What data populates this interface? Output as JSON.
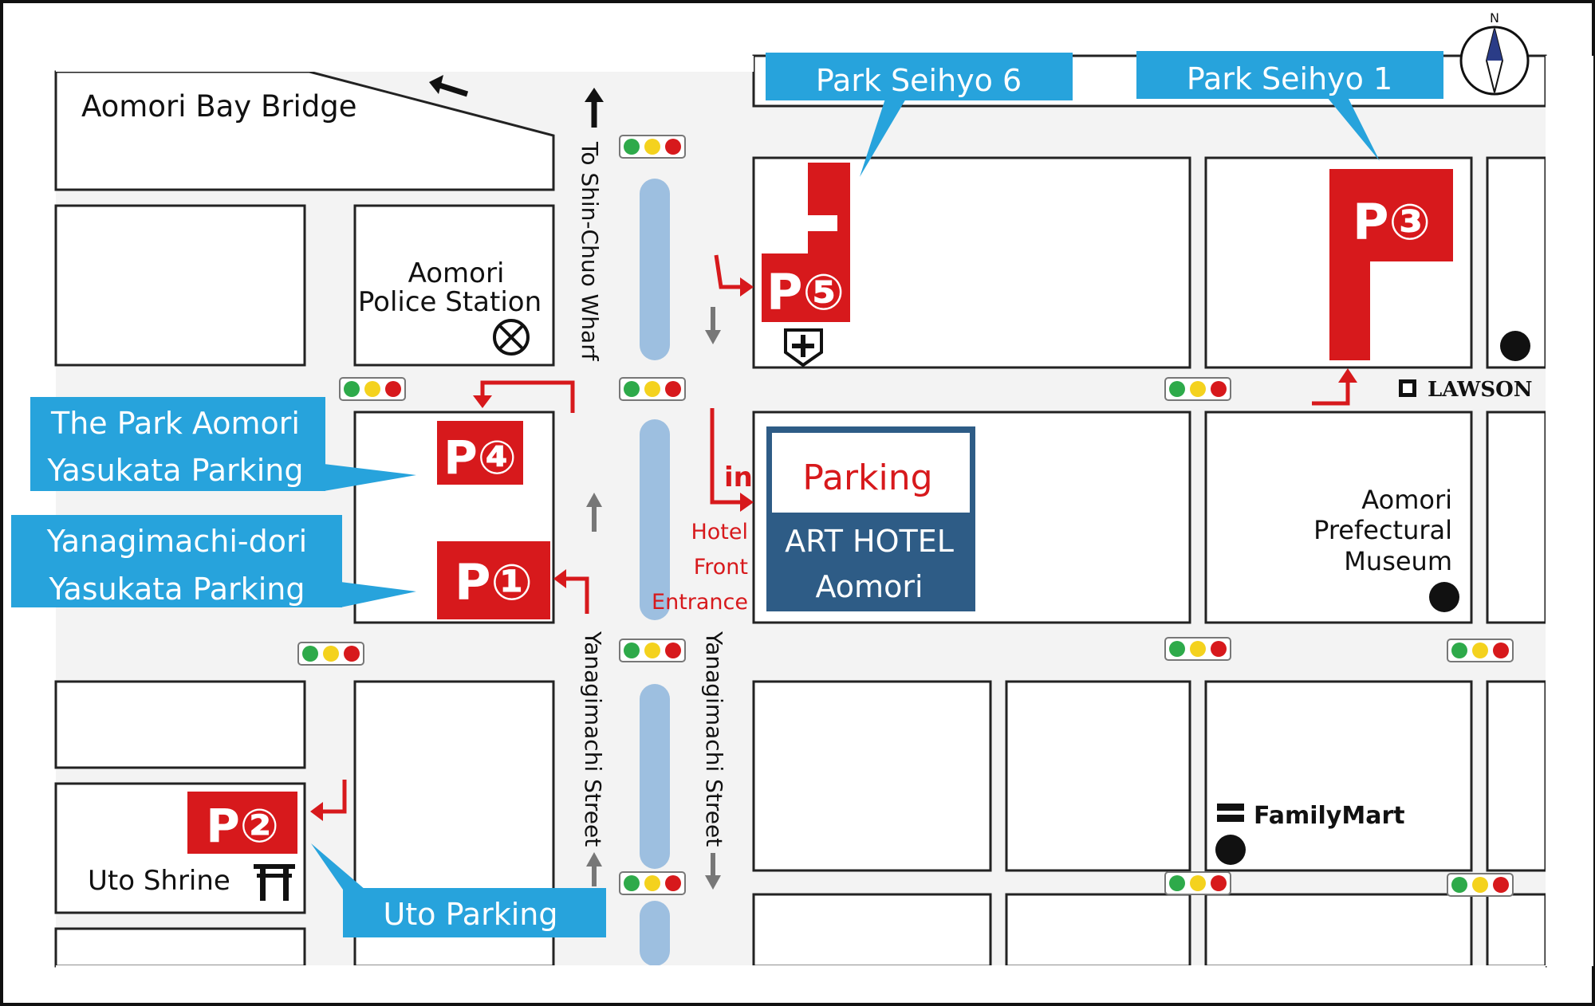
{
  "title": "",
  "colors": {
    "parking_red": "#d7191c",
    "callout_blue": "#27a3dc",
    "hotel_navy": "#2e5c86",
    "median_blue": "#9dbfe0",
    "road_gray": "#f3f3f3",
    "block_stroke": "#222222"
  },
  "compass": {
    "label": "N"
  },
  "places": {
    "bay_bridge": "Aomori Bay Bridge",
    "police_line1": "Aomori",
    "police_line2": "Police Station",
    "museum_line1": "Aomori",
    "museum_line2": "Prefectural",
    "museum_line3": "Museum",
    "shrine": "Uto Shrine",
    "lawson": "LAWSON",
    "familymart": "FamilyMart"
  },
  "streets": {
    "wharf": "To Shin-Chuo Wharf",
    "yanagimachi_left": "Yanagimachi Street",
    "yanagimachi_right": "Yanagimachi Street"
  },
  "parking": {
    "p1": "P①",
    "p2": "P②",
    "p3": "P③",
    "p4": "P④",
    "p5": "P⑤"
  },
  "callouts": {
    "seihyo6": "Park Seihyo 6",
    "seihyo1": "Park Seihyo 1",
    "park_aomori_line1": "The Park Aomori",
    "park_aomori_line2": "Yasukata Parking",
    "yanagimachi_line1": "Yanagimachi-dori",
    "yanagimachi_line2": "Yasukata Parking",
    "uto": "Uto Parking"
  },
  "hotel": {
    "parking": "Parking",
    "name_line1": "ART HOTEL",
    "name_line2": "Aomori",
    "in": "in",
    "entrance_line1": "Hotel",
    "entrance_line2": "Front",
    "entrance_line3": "Entrance"
  },
  "icons": [
    "compass-icon",
    "police-icon",
    "hospital-icon",
    "torii-icon",
    "traffic-light-icon",
    "store-marker-icon",
    "lawson-logo-icon",
    "familymart-logo-icon",
    "arrow-icon"
  ]
}
